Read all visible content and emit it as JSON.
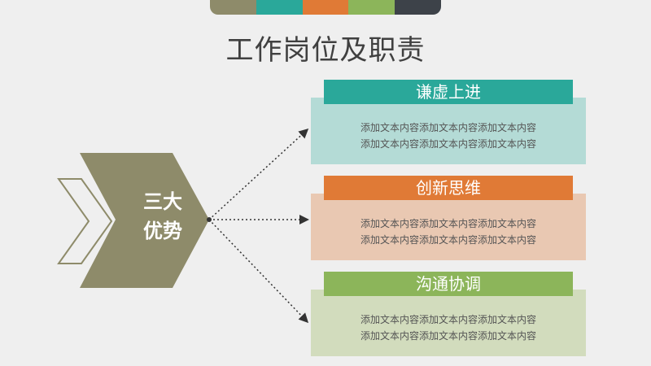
{
  "title": "工作岗位及职责",
  "center": {
    "line1": "三大",
    "line2": "优势"
  },
  "colors": {
    "olive": "#8e8b6a",
    "teal": "#2aa89a",
    "orange": "#e07a36",
    "green": "#8cb55a",
    "dark": "#3d4249",
    "teal_light": "#b4dbd6",
    "orange_light": "#e9c8b2",
    "green_light": "#d2dcbd"
  },
  "cards": [
    {
      "title": "谦虚上进",
      "line1": "添加文本内容添加文本内容添加文本内容",
      "line2": "添加文本内容添加文本内容添加文本内容"
    },
    {
      "title": "创新思维",
      "line1": "添加文本内容添加文本内容添加文本内容",
      "line2": "添加文本内容添加文本内容添加文本内容"
    },
    {
      "title": "沟通协调",
      "line1": "添加文本内容添加文本内容添加文本内容",
      "line2": "添加文本内容添加文本内容添加文本内容"
    }
  ]
}
